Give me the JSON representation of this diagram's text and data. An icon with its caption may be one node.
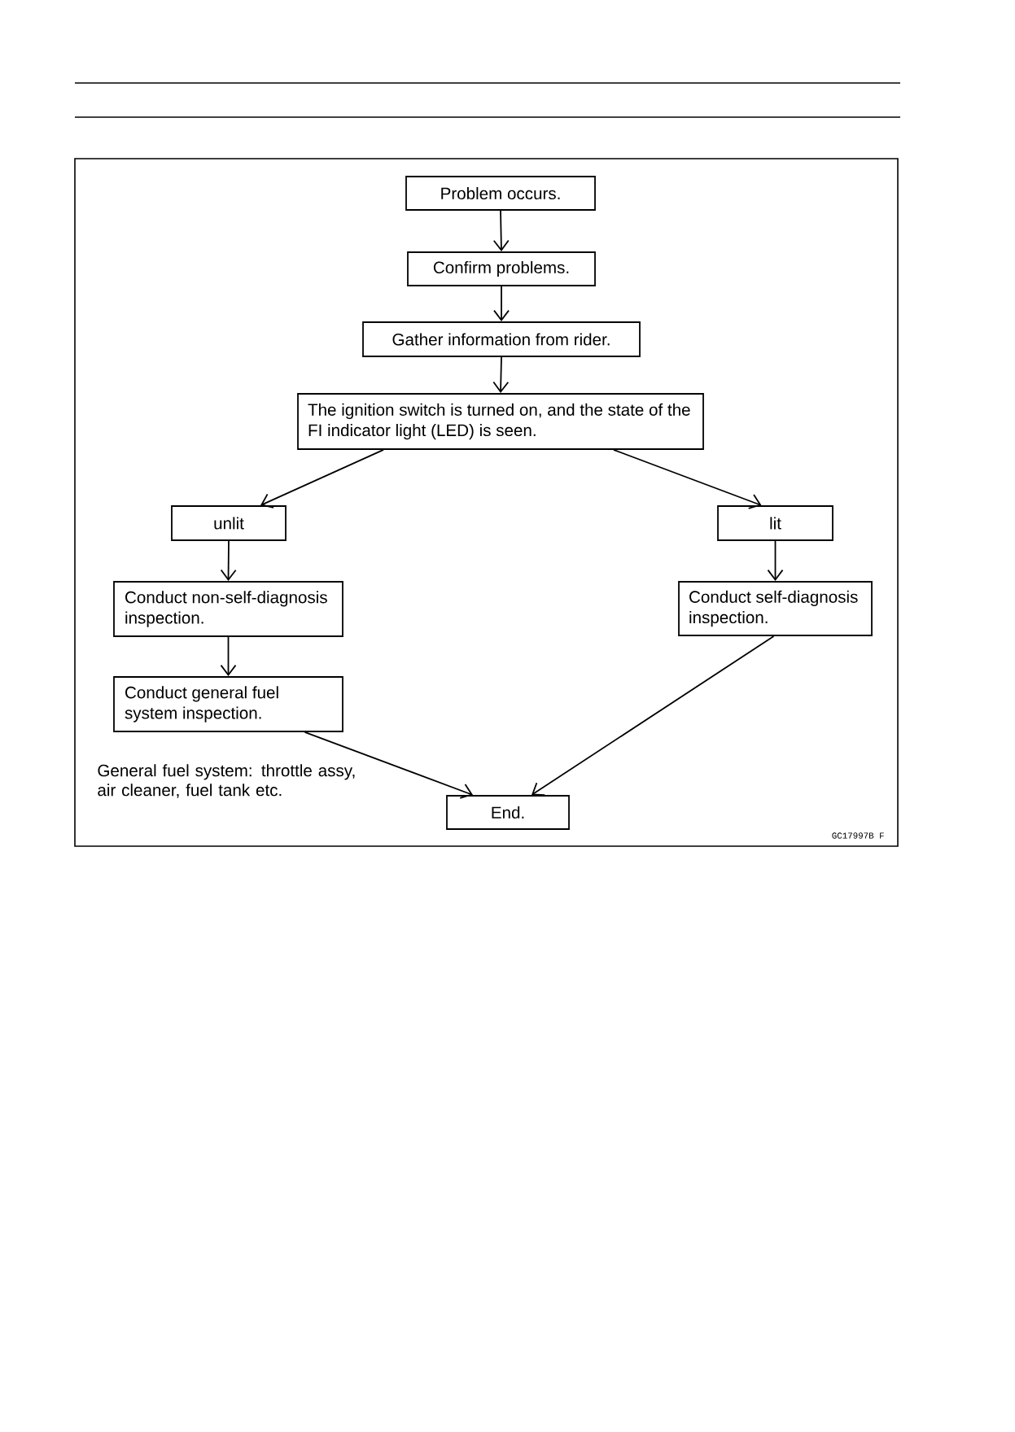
{
  "diagram": {
    "nodes": [
      {
        "text": [
          "Problem occurs."
        ]
      },
      {
        "text": [
          "Confirm problems."
        ]
      },
      {
        "text": [
          "Gather information from rider."
        ]
      },
      {
        "text": [
          "The ignition switch is turned on, and the state of the FI indicator light (LED) is seen."
        ]
      },
      {
        "text": [
          "unlit"
        ]
      },
      {
        "text": [
          "lit"
        ]
      },
      {
        "text": [
          "Conduct non-self-diagnosis inspection."
        ]
      },
      {
        "text": [
          "Conduct self-diagnosis inspection."
        ]
      },
      {
        "text": [
          "Conduct general fuel system inspection."
        ]
      },
      {
        "text": [
          "End."
        ]
      }
    ],
    "edges": [
      {
        "from": 0,
        "to": 1,
        "arrow": "to"
      },
      {
        "from": 1,
        "to": 2,
        "arrow": "to"
      },
      {
        "from": 2,
        "to": 3,
        "arrow": "to"
      },
      {
        "from": 3,
        "to": 4,
        "arrow": "to"
      },
      {
        "from": 3,
        "to": 5,
        "arrow": "to"
      },
      {
        "from": 4,
        "to": 6,
        "arrow": "to"
      },
      {
        "from": 5,
        "to": 7,
        "arrow": "to"
      },
      {
        "from": 6,
        "to": 8,
        "arrow": "to"
      },
      {
        "from": 8,
        "to": 9,
        "arrow": "to"
      },
      {
        "from": 7,
        "to": 9,
        "arrow": "to"
      }
    ],
    "labels": [
      "General fuel system: throttle assy, air cleaner, fuel tank etc.",
      "GC17997B F"
    ]
  }
}
